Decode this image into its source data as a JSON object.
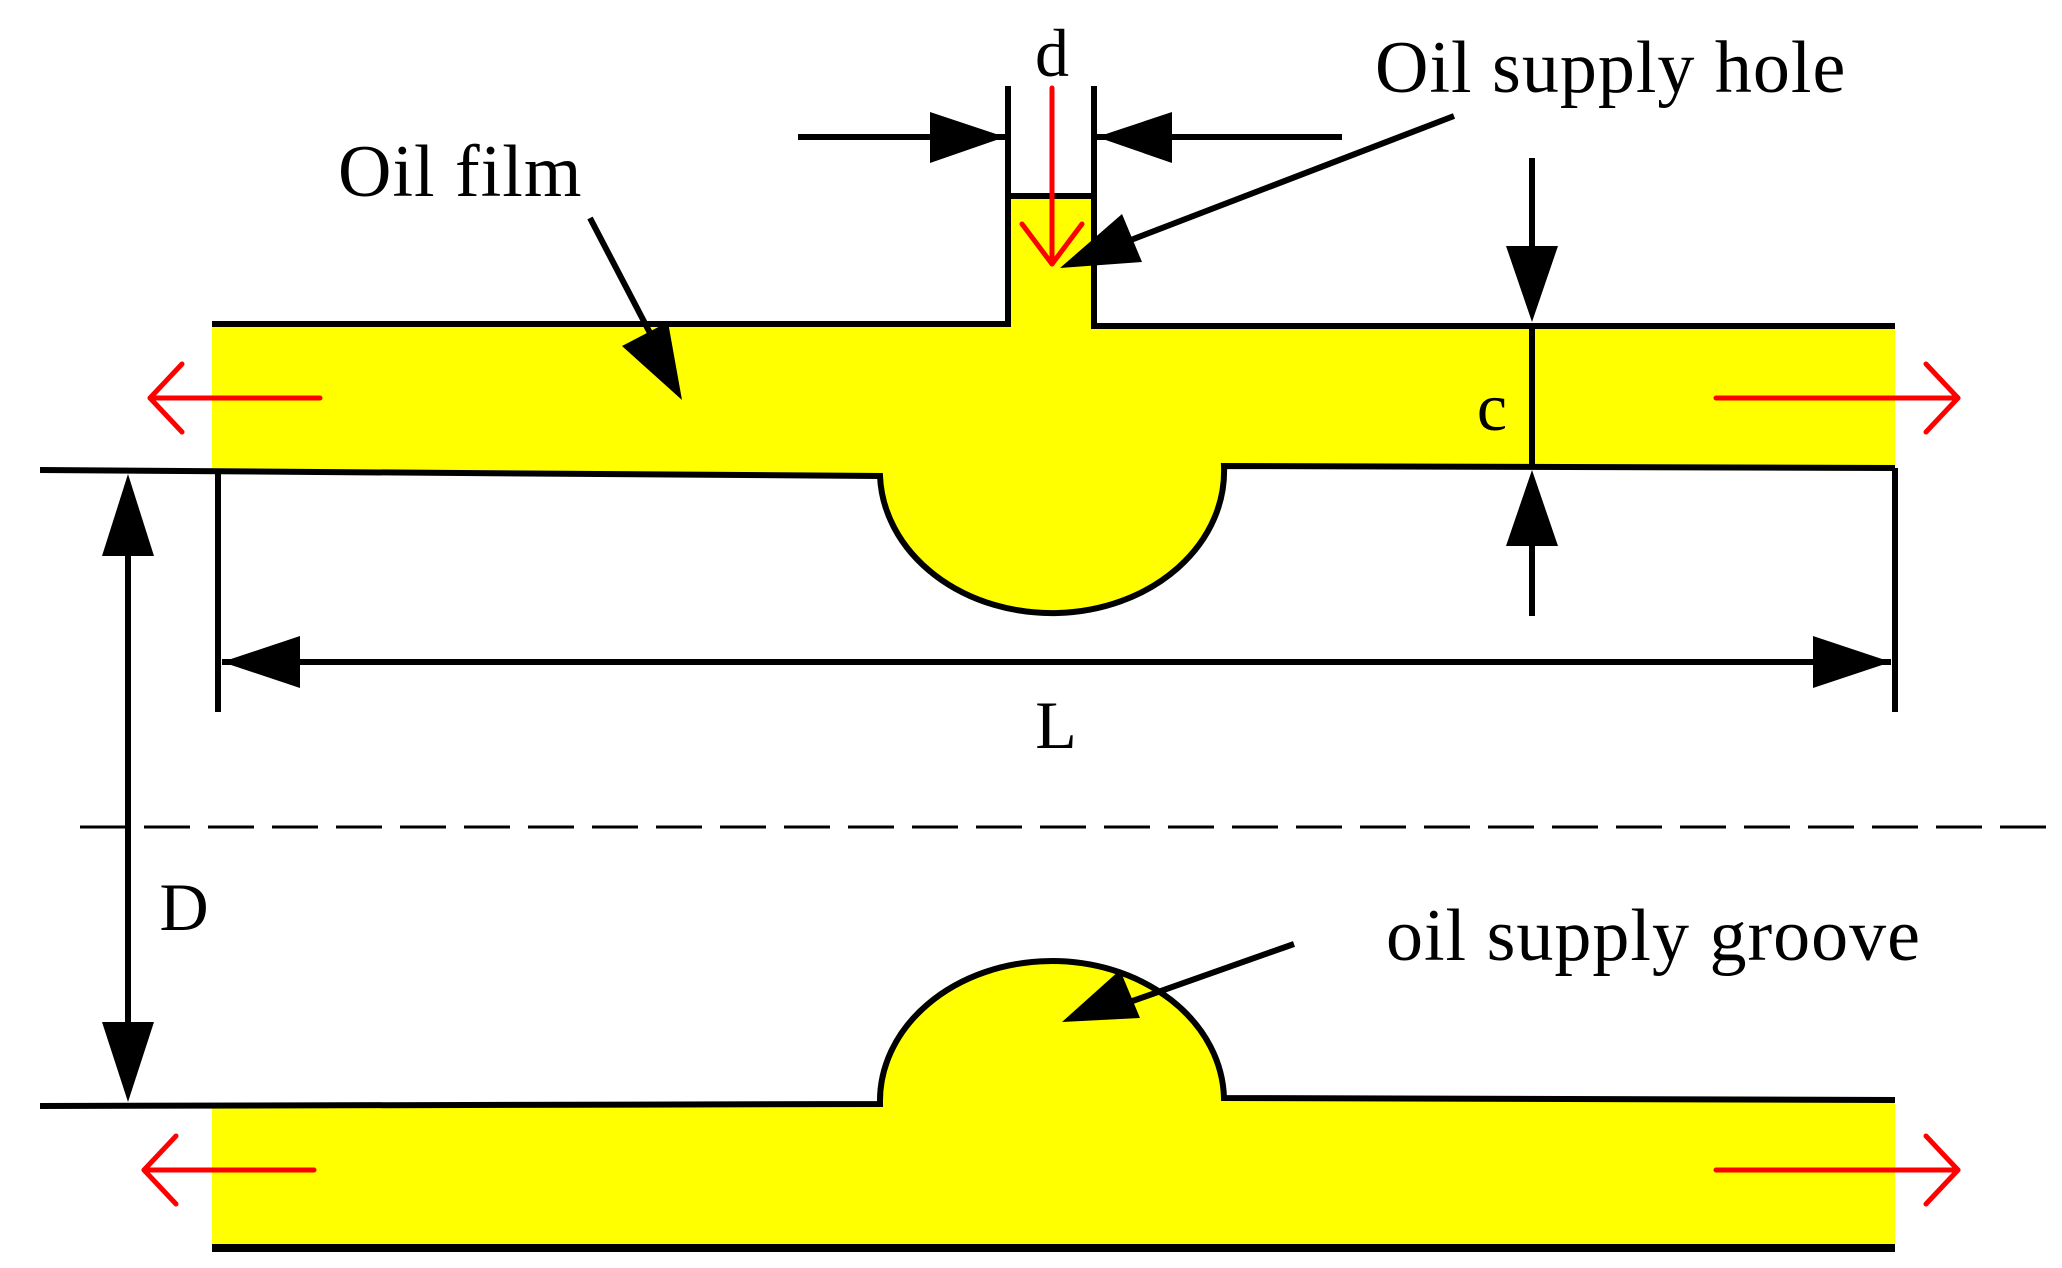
{
  "colors": {
    "oil_fill": "#ffff00",
    "outline": "#000000",
    "flow_arrow": "#ff0000"
  },
  "labels": {
    "oil_film": "Oil film",
    "oil_supply_hole": "Oil supply hole",
    "oil_supply_groove": "oil supply groove",
    "dim_d": "d",
    "dim_c": "c",
    "dim_L": "L",
    "dim_D": "D"
  }
}
